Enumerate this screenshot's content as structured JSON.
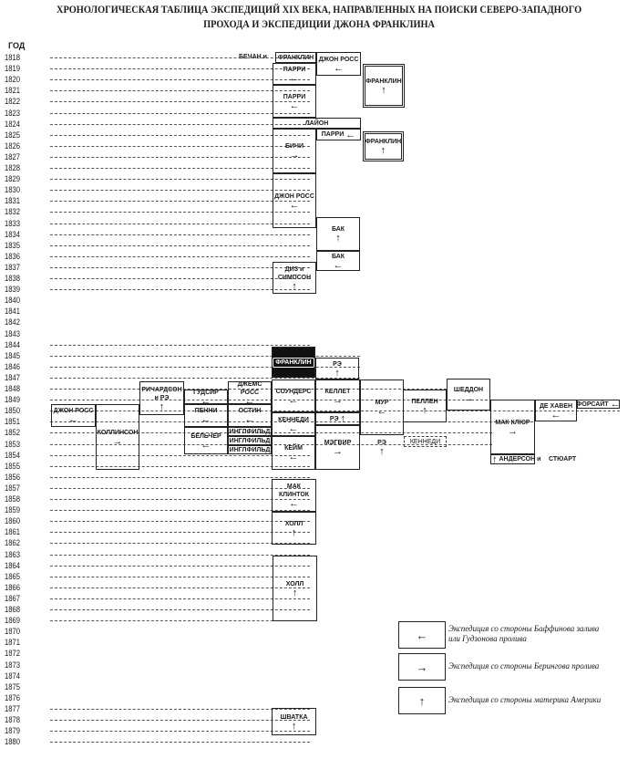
{
  "title": {
    "line1": "ХРОНОЛОГИЧЕСКАЯ ТАБЛИЦА ЭКСПЕДИЦИЙ XIX ВЕКА, НАПРАВЛЕННЫХ НА ПОИСКИ СЕВЕРО-ЗАПАДНОГО",
    "line2": "ПРОХОДА И ЭКСПЕДИЦИИ ДЖОНА ФРАНКЛИНА"
  },
  "year_header": "ГОД",
  "years": [
    "1818",
    "1819",
    "1820",
    "1821",
    "1822",
    "1823",
    "1824",
    "1825",
    "1826",
    "1827",
    "1828",
    "1829",
    "1830",
    "1831",
    "1832",
    "1833",
    "1834",
    "1835",
    "1836",
    "1837",
    "1838",
    "1839",
    "1840",
    "1841",
    "1842",
    "1843",
    "1844",
    "1845",
    "1846",
    "1847",
    "1848",
    "1849",
    "1850",
    "1851",
    "1852",
    "1853",
    "1854",
    "1855",
    "1856",
    "1857",
    "1858",
    "1859",
    "1860",
    "1861",
    "1862",
    "1863",
    "1864",
    "1865",
    "1866",
    "1867",
    "1868",
    "1869",
    "1870",
    "1871",
    "1872",
    "1873",
    "1874",
    "1875",
    "1876",
    "1877",
    "1878",
    "1879",
    "1880"
  ],
  "free_labels": [
    "БЕЧАН и",
    "СТЮАРТ"
  ],
  "expeditions": [
    {
      "label": "ФРАНКЛИН",
      "dir": ""
    },
    {
      "label": "ДЖОН РОСС",
      "dir": "left"
    },
    {
      "label": "ПАРРИ",
      "dir": "left"
    },
    {
      "label": "ПАРРИ",
      "dir": "left"
    },
    {
      "label": "ФРАНКЛИН",
      "dir": "up"
    },
    {
      "label": "ЛАЙОН",
      "dir": ""
    },
    {
      "label": "ПАРРИ",
      "dir": "left"
    },
    {
      "label": "ФРАНКЛИН",
      "dir": "up"
    },
    {
      "label": "БИЧИ",
      "dir": "right"
    },
    {
      "label": "ДЖОН РОСС",
      "dir": "left"
    },
    {
      "label": "БАК",
      "dir": "up"
    },
    {
      "label": "БАК",
      "dir": "left"
    },
    {
      "label": "ДИЗ и СИМПСОН",
      "dir": "up"
    },
    {
      "label": "ФРАНКЛИН",
      "dir": ""
    },
    {
      "label": "РЭ",
      "dir": "up"
    },
    {
      "label": "СОУНДЕРС",
      "dir": "left"
    },
    {
      "label": "КЕННЕДИ",
      "dir": "left"
    },
    {
      "label": "КЕЙМ",
      "dir": "left"
    },
    {
      "label": "КЕЛЛЕТ",
      "dir": "right"
    },
    {
      "label": "РЭ",
      "dir": "up"
    },
    {
      "label": "МЭГВИР",
      "dir": "right"
    },
    {
      "label": "МУР",
      "dir": "left"
    },
    {
      "label": "РЭ",
      "dir": "up"
    },
    {
      "label": "ПЕЛЛЕН",
      "dir": "up"
    },
    {
      "label": "КЕННЕДИ",
      "dir": ""
    },
    {
      "label": "ШЕДДОН",
      "dir": "right"
    },
    {
      "label": "МАК КЛЮР",
      "dir": "right"
    },
    {
      "label": "АНДЕРСОН и",
      "dir": "up"
    },
    {
      "label": "ДЕ ХАВЕН",
      "dir": "left"
    },
    {
      "label": "ФОРСАЙТ",
      "dir": "left"
    },
    {
      "label": "ДЖОН РОСС",
      "dir": "left"
    },
    {
      "label": "КОЛЛИНСОН",
      "dir": "right"
    },
    {
      "label": "РИЧАРДСОН и РЭ",
      "dir": "up"
    },
    {
      "label": "ГУДСИР",
      "dir": "left"
    },
    {
      "label": "ПЕННИ",
      "dir": "left"
    },
    {
      "label": "БЕЛЬЧЕР",
      "dir": "left"
    },
    {
      "label": "ДЖЕМС РОСС",
      "dir": "left"
    },
    {
      "label": "ОСТИН",
      "dir": "left"
    },
    {
      "label": "ИНГЛФИЛЬД",
      "dir": ""
    },
    {
      "label": "ИНГЛФИЛЬД",
      "dir": ""
    },
    {
      "label": "ИНГЛФИЛЬД",
      "dir": ""
    },
    {
      "label": "МАК КЛИНТОК",
      "dir": "left"
    },
    {
      "label": "ХОЛЛ",
      "dir": "up"
    },
    {
      "label": "ХОЛЛ",
      "dir": "up"
    },
    {
      "label": "ШВАТКА",
      "dir": "up"
    }
  ],
  "legend": [
    {
      "dir": "left",
      "text": "Экспедиция со стороны Баффинова залива или Гудзонова пролива"
    },
    {
      "dir": "right",
      "text": "Экспедиция со стороны Берингова пролива"
    },
    {
      "dir": "up",
      "text": "Экспедиция со стороны материка Америки"
    }
  ]
}
